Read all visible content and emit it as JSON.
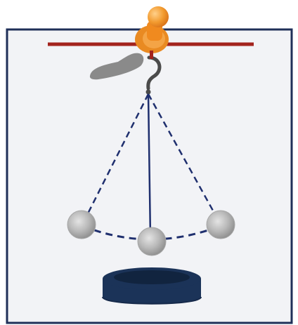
{
  "figure": {
    "palette": {
      "frame_fill": "#f2f3f6",
      "frame_stroke": "#1f2f58",
      "support_bar": "#a3231d",
      "pin_orange": "#f08a1f",
      "pin_light": "#f6b15c",
      "hook_gray": "#4b4b4b",
      "string_navy": "#1f2f6e",
      "ball_gray": "#b8b8b8",
      "ball_shadow": "#8f8f8f",
      "base_navy": "#1b3358",
      "base_dark": "#11243f",
      "shoe_gray": "#8a8a8a"
    },
    "icons": {
      "pin": "push-pin-icon",
      "hook": "hook-icon",
      "shoe": "shoe-icon"
    },
    "pendulum_positions": [
      "left-extreme",
      "center",
      "right-extreme"
    ]
  }
}
